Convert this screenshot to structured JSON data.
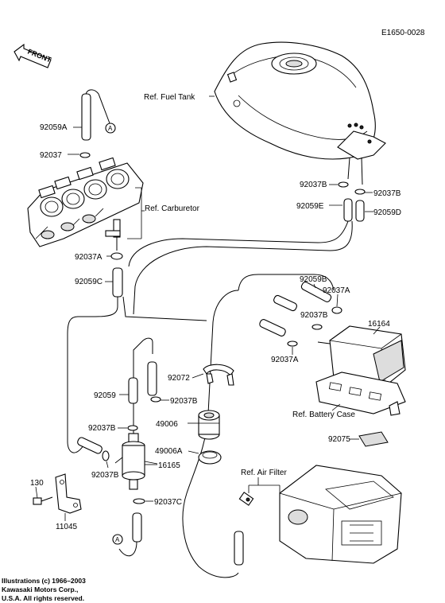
{
  "diagram_id": "E1650-0028",
  "front_arrow": "FRONT",
  "callout_A": "A",
  "labels": {
    "ref_fuel_tank": "Ref. Fuel Tank",
    "ref_carburetor": "Ref. Carburetor",
    "ref_battery_case": "Ref. Battery Case",
    "ref_air_filter": "Ref. Air Filter",
    "p92059A": "92059A",
    "p92037_top": "92037",
    "p92037B_left": "92037B",
    "p92037B_right": "92037B",
    "p92059E": "92059E",
    "p92059D": "92059D",
    "p92037A_carb": "92037A",
    "p92059C": "92059C",
    "p92059B": "92059B",
    "p92037A_upper": "92037A",
    "p92037B_mid": "92037B",
    "p16164": "16164",
    "p92037A_lower": "92037A",
    "p92072": "92072",
    "p92059": "92059",
    "p92037B_pump_top": "92037B",
    "p49006": "49006",
    "p92037B_pump_left": "92037B",
    "p49006A": "49006A",
    "p16165": "16165",
    "p92037B_pump_bottom": "92037B",
    "p92075": "92075",
    "p130": "130",
    "p92037C": "92037C",
    "p11045": "11045"
  },
  "copyright": {
    "line1": "Illustrations (c) 1966–2003",
    "line2": "Kawasaki Motors Corp.,",
    "line3": "U.S.A.  All rights reserved."
  }
}
